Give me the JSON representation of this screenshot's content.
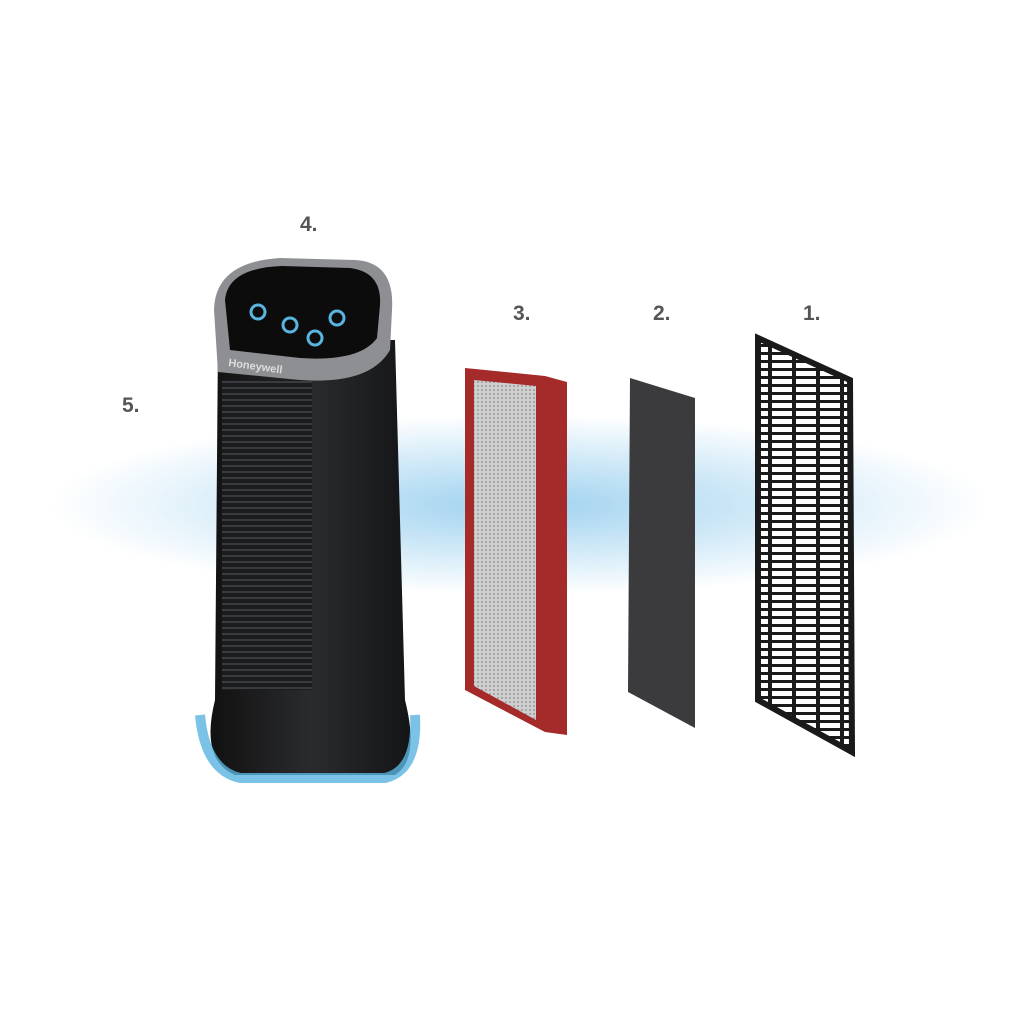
{
  "labels": {
    "part1": "1.",
    "part2": "2.",
    "part3": "3.",
    "part4": "4.",
    "part5": "5."
  },
  "brand_logo": "Honeywell",
  "colors": {
    "airflow": "#7fc3ea",
    "hepa_frame": "#a52a2a",
    "body": "#1e1f21",
    "glow": "#5ab4e0"
  }
}
